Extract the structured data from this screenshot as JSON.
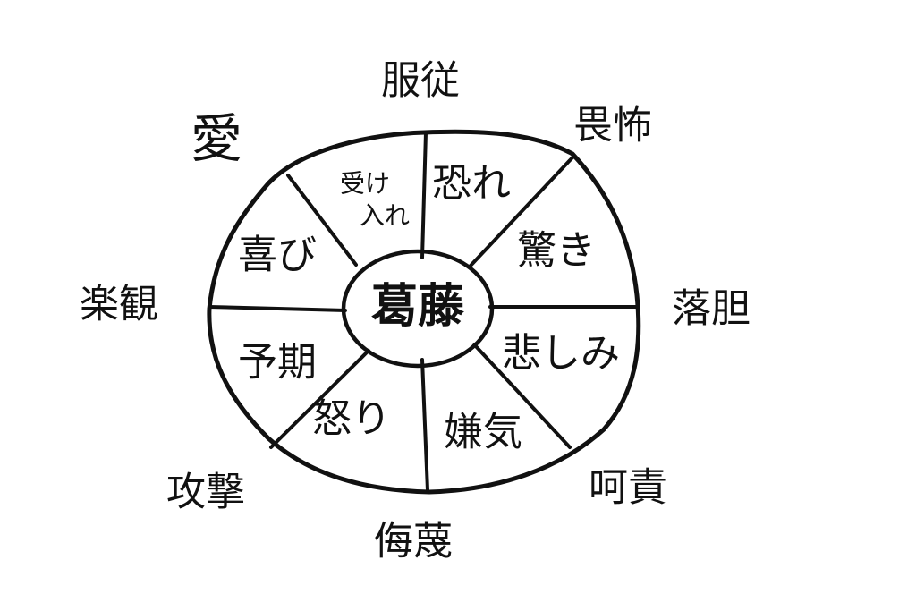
{
  "center": "葛藤",
  "inner_emotions": [
    {
      "id": "acceptance",
      "lines": [
        "受け",
        "入れ"
      ]
    },
    {
      "id": "fear",
      "lines": [
        "恐れ"
      ]
    },
    {
      "id": "surprise",
      "lines": [
        "驚き"
      ]
    },
    {
      "id": "sadness",
      "lines": [
        "悲しみ"
      ]
    },
    {
      "id": "disgust",
      "lines": [
        "嫌気"
      ]
    },
    {
      "id": "anger",
      "lines": [
        "怒り"
      ]
    },
    {
      "id": "anticipation",
      "lines": [
        "予期"
      ]
    },
    {
      "id": "joy",
      "lines": [
        "喜び"
      ]
    }
  ],
  "outer_emotions": [
    {
      "id": "love",
      "text": "愛"
    },
    {
      "id": "submission",
      "text": "服従"
    },
    {
      "id": "awe",
      "text": "畏怖"
    },
    {
      "id": "disappointment",
      "text": "落胆"
    },
    {
      "id": "remorse",
      "text": "呵責"
    },
    {
      "id": "contempt",
      "text": "侮蔑"
    },
    {
      "id": "aggressiveness",
      "text": "攻撃"
    },
    {
      "id": "optimism",
      "text": "楽観"
    }
  ],
  "colors": {
    "ink": "#111111",
    "background": "#ffffff"
  }
}
